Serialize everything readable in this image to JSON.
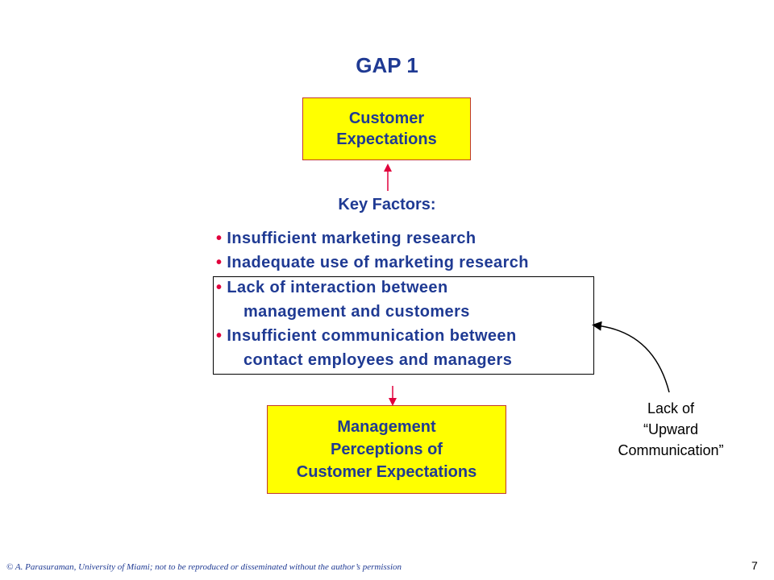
{
  "title": "GAP 1",
  "top_box": {
    "line1": "Customer",
    "line2": "Expectations"
  },
  "key_factors_heading": "Key Factors:",
  "factors": [
    {
      "lines": [
        "Insufficient marketing research"
      ]
    },
    {
      "lines": [
        "Inadequate use of marketing research"
      ]
    },
    {
      "lines": [
        "Lack of interaction between",
        "management and customers"
      ]
    },
    {
      "lines": [
        "Insufficient communication between",
        "contact employees and managers"
      ]
    }
  ],
  "bullet_glyph": "•",
  "bottom_box": {
    "line1": "Management",
    "line2": "Perceptions of",
    "line3": "Customer Expectations"
  },
  "side_label": {
    "line1": "Lack of",
    "line2": "“Upward",
    "line3": "Communication”"
  },
  "footer": "© A. Parasuraman, University of Miami; not to be reproduced or disseminated without the author’s permission",
  "page_number": "7",
  "colors": {
    "text": "#1f3a93",
    "box_fill": "#ffff00",
    "box_border": "#c0392b",
    "bullet": "#e0003c",
    "arrow": "#e0003c"
  }
}
